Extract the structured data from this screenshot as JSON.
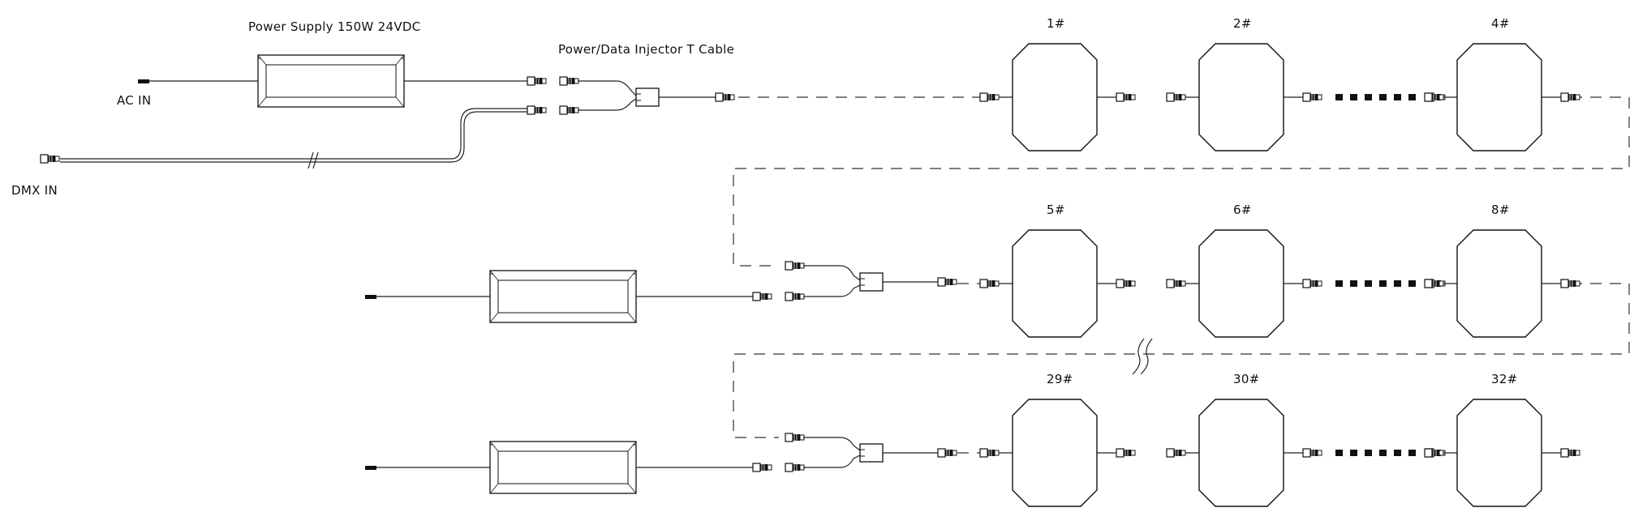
{
  "labels": {
    "power_supply": "Power Supply 150W 24VDC",
    "injector": "Power/Data Injector T Cable",
    "ac_in": "AC IN",
    "dmx_in": "DMX IN"
  },
  "rows": [
    {
      "fixtures": [
        "1#",
        "2#",
        "4#"
      ]
    },
    {
      "fixtures": [
        "5#",
        "6#",
        "8#"
      ]
    },
    {
      "fixtures": [
        "29#",
        "30#",
        "32#"
      ]
    }
  ],
  "colors": {
    "line": "#222222",
    "connector": "#111111",
    "dash": "#333333"
  }
}
